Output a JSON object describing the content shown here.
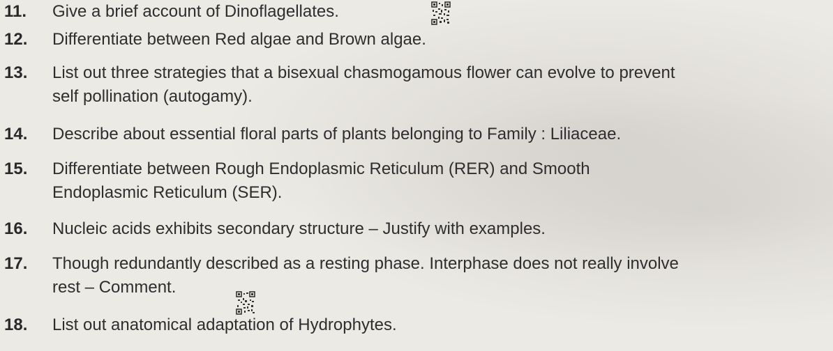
{
  "questions": [
    {
      "number": "11.",
      "lines": [
        "Give a brief account of Dinoflagellates."
      ]
    },
    {
      "number": "12.",
      "lines": [
        "Differentiate between Red algae and Brown algae."
      ]
    },
    {
      "number": "13.",
      "lines": [
        "List out three strategies that a bisexual chasmogamous flower can evolve to prevent",
        "self pollination (autogamy)."
      ]
    },
    {
      "number": "14.",
      "lines": [
        "Describe about essential floral parts of plants belonging to Family : Liliaceae."
      ]
    },
    {
      "number": "15.",
      "lines": [
        "Differentiate between Rough Endoplasmic Reticulum (RER) and Smooth",
        "Endoplasmic Reticulum (SER)."
      ]
    },
    {
      "number": "16.",
      "lines": [
        "Nucleic acids exhibits secondary structure – Justify with examples."
      ]
    },
    {
      "number": "17.",
      "lines": [
        "Though redundantly described as a resting phase. Interphase does not really involve",
        "rest – Comment."
      ]
    },
    {
      "number": "18.",
      "lines": [
        "List out anatomical adaptation of Hydrophytes."
      ]
    }
  ],
  "icons": {
    "qr": "qr-code-icon"
  }
}
